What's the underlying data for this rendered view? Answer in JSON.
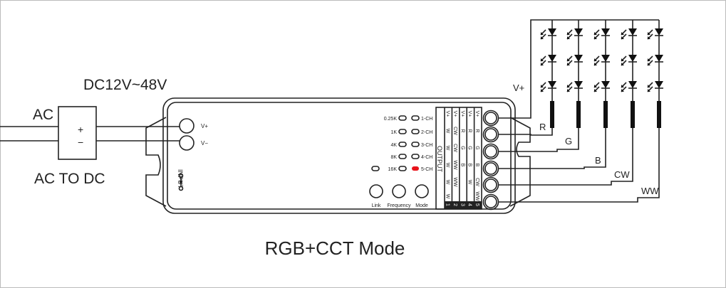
{
  "input": {
    "ac_label": "AC",
    "plus": "+",
    "minus": "−",
    "dc_label": "DC12V~48V",
    "adapter_label": "AC TO DC"
  },
  "controller": {
    "input_terminals": [
      "V+",
      "V−"
    ],
    "input_label": "INPUT",
    "frequency_labels": [
      "0.25K",
      "1K",
      "4K",
      "8K",
      "16K"
    ],
    "channel_labels": [
      "1-CH",
      "2-CH",
      "3-CH",
      "4-CH",
      "5-CH"
    ],
    "active_channel": "5-CH",
    "active_color": "#e8141b",
    "buttons": [
      "Link",
      "Frequency",
      "Mode"
    ],
    "output_label": "OUTPUT",
    "output_columns": [
      {
        "num": "1",
        "cells": [
          "V+",
          "W",
          "W",
          "W",
          "W",
          "W"
        ]
      },
      {
        "num": "2",
        "cells": [
          "V+",
          "CW",
          "CW",
          "WW",
          "WW",
          ""
        ]
      },
      {
        "num": "3",
        "cells": [
          "V+",
          "R",
          "G",
          "B",
          "",
          ""
        ]
      },
      {
        "num": "4",
        "cells": [
          "V+",
          "R",
          "G",
          "B",
          "W",
          ""
        ]
      },
      {
        "num": "5",
        "cells": [
          "V+",
          "R",
          "G",
          "B",
          "CW",
          "WW"
        ]
      }
    ]
  },
  "output_wires": [
    "V+",
    "R",
    "G",
    "B",
    "CW",
    "WW"
  ],
  "title": "RGB+CCT Mode"
}
